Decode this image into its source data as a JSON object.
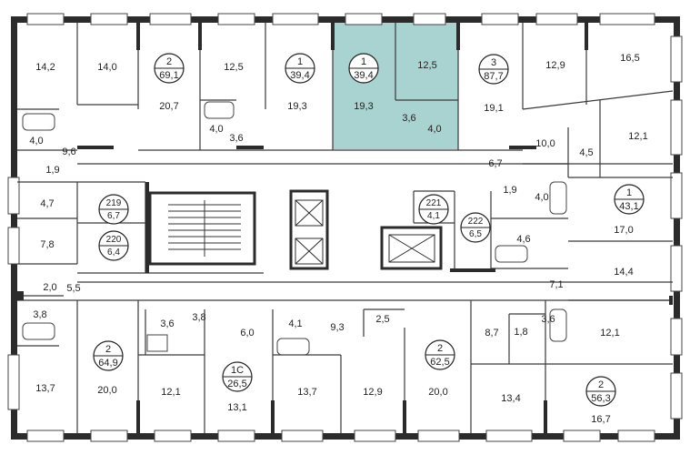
{
  "floorplan": {
    "highlight_color": "#a8d3d0",
    "highlight_apartment": "1 / 39,4",
    "apartments": [
      {
        "rooms": "2",
        "area": "69,1"
      },
      {
        "rooms": "1",
        "area": "39,4"
      },
      {
        "rooms": "1",
        "area": "39,4"
      },
      {
        "rooms": "3",
        "area": "87,7"
      },
      {
        "rooms": "1",
        "area": "43,1"
      },
      {
        "rooms": "219",
        "area": "6,7"
      },
      {
        "rooms": "220",
        "area": "6,4"
      },
      {
        "rooms": "221",
        "area": "4,1"
      },
      {
        "rooms": "222",
        "area": "6,5"
      },
      {
        "rooms": "2",
        "area": "64,9"
      },
      {
        "rooms": "1С",
        "area": "26,5"
      },
      {
        "rooms": "2",
        "area": "62,5"
      },
      {
        "rooms": "2",
        "area": "56,3"
      }
    ],
    "room_labels": [
      "14,2",
      "14,0",
      "20,7",
      "12,5",
      "19,3",
      "12,5",
      "19,3",
      "3,6",
      "4,0",
      "19,1",
      "12,9",
      "16,5",
      "4,0",
      "4,0",
      "9,6",
      "1,9",
      "3,6",
      "10,0",
      "4,5",
      "12,1",
      "6,7",
      "4,7",
      "1,9",
      "4,0",
      "17,0",
      "7,8",
      "4,6",
      "14,4",
      "2,0",
      "5,5",
      "7,1",
      "3,8",
      "3,6",
      "3,8",
      "6,0",
      "4,1",
      "9,3",
      "2,5",
      "8,7",
      "1,8",
      "3,6",
      "12,1",
      "13,7",
      "20,0",
      "12,1",
      "13,1",
      "13,7",
      "12,9",
      "20,0",
      "13,4",
      "16,7"
    ]
  }
}
